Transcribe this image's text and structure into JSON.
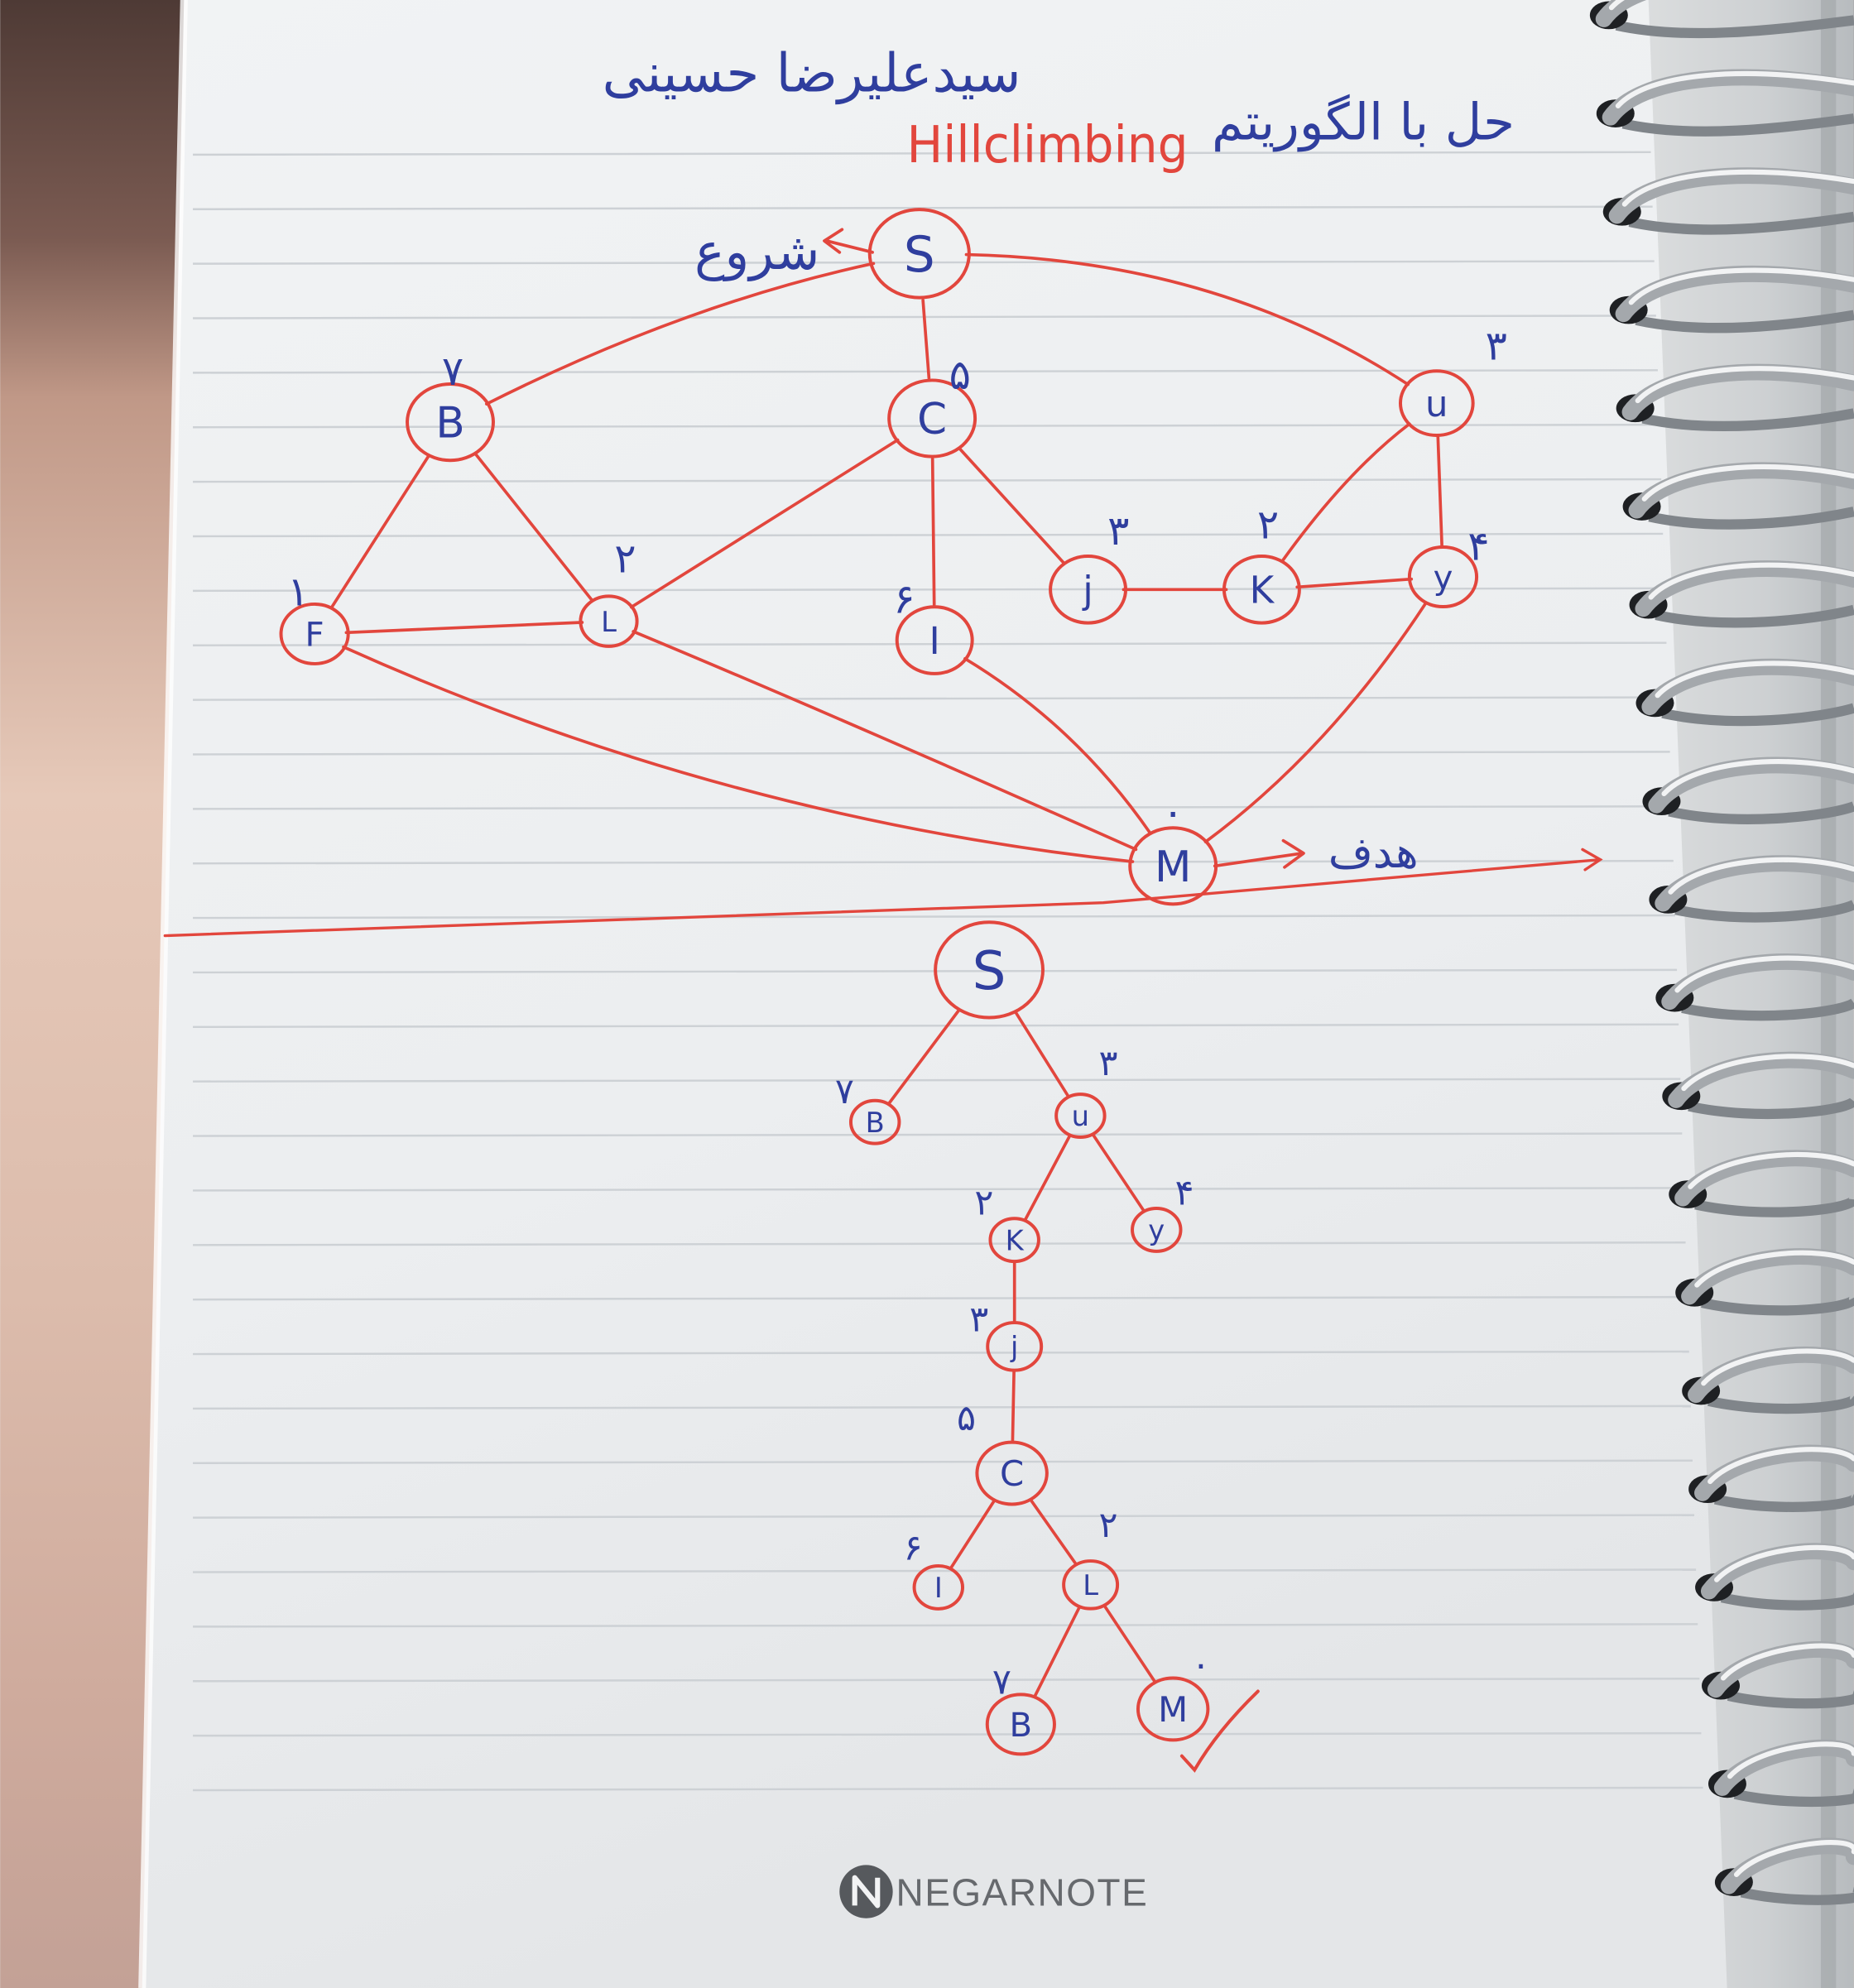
{
  "header": {
    "author_name": "سیدعلیرضا حسینی",
    "title_fa": "حل با الگوریتم",
    "title_en": "Hillclimbing"
  },
  "graph": {
    "start_label": "شروع",
    "goal_label": "هدف",
    "nodes": [
      {
        "label": "S"
      },
      {
        "label": "B",
        "h": "۷"
      },
      {
        "label": "C",
        "h": "۵"
      },
      {
        "label": "u",
        "h": "۳"
      },
      {
        "label": "F",
        "h": "۱"
      },
      {
        "label": "L",
        "h": "۲"
      },
      {
        "label": "I",
        "h": "۶"
      },
      {
        "label": "j",
        "h": "۳"
      },
      {
        "label": "K",
        "h": "۲"
      },
      {
        "label": "y",
        "h": "۴"
      },
      {
        "label": "M",
        "h": "۰"
      }
    ],
    "edges": [
      [
        0,
        2
      ],
      [
        0,
        1
      ],
      [
        0,
        3
      ],
      [
        1,
        4
      ],
      [
        1,
        5
      ],
      [
        2,
        5
      ],
      [
        2,
        6
      ],
      [
        2,
        7
      ],
      [
        3,
        8
      ],
      [
        3,
        9
      ],
      [
        7,
        8
      ],
      [
        8,
        9
      ],
      [
        4,
        5
      ],
      [
        4,
        10
      ],
      [
        5,
        10
      ],
      [
        6,
        10
      ],
      [
        9,
        10
      ]
    ]
  },
  "tree": {
    "label": "S",
    "children": [
      {
        "label": "B",
        "h": "۷"
      },
      {
        "label": "u",
        "h": "۳",
        "children": [
          {
            "label": "K",
            "h": "۲",
            "children": [
              {
                "label": "j",
                "h": "۳",
                "children": [
                  {
                    "label": "C",
                    "h": "۵",
                    "children": [
                      {
                        "label": "I",
                        "h": "۶"
                      },
                      {
                        "label": "L",
                        "h": "۲",
                        "children": [
                          {
                            "label": "B",
                            "h": "۷"
                          },
                          {
                            "label": "M",
                            "h": "۰",
                            "checked": true
                          }
                        ]
                      }
                    ]
                  }
                ]
              }
            ]
          },
          {
            "label": "y",
            "h": "۴"
          }
        ]
      }
    ]
  },
  "watermark": {
    "brand": "NEGARNOTE"
  },
  "colors": {
    "ink_blue": "#2f3e9e",
    "ink_red": "#e2463d",
    "rule_line": "#cdd1d5"
  }
}
